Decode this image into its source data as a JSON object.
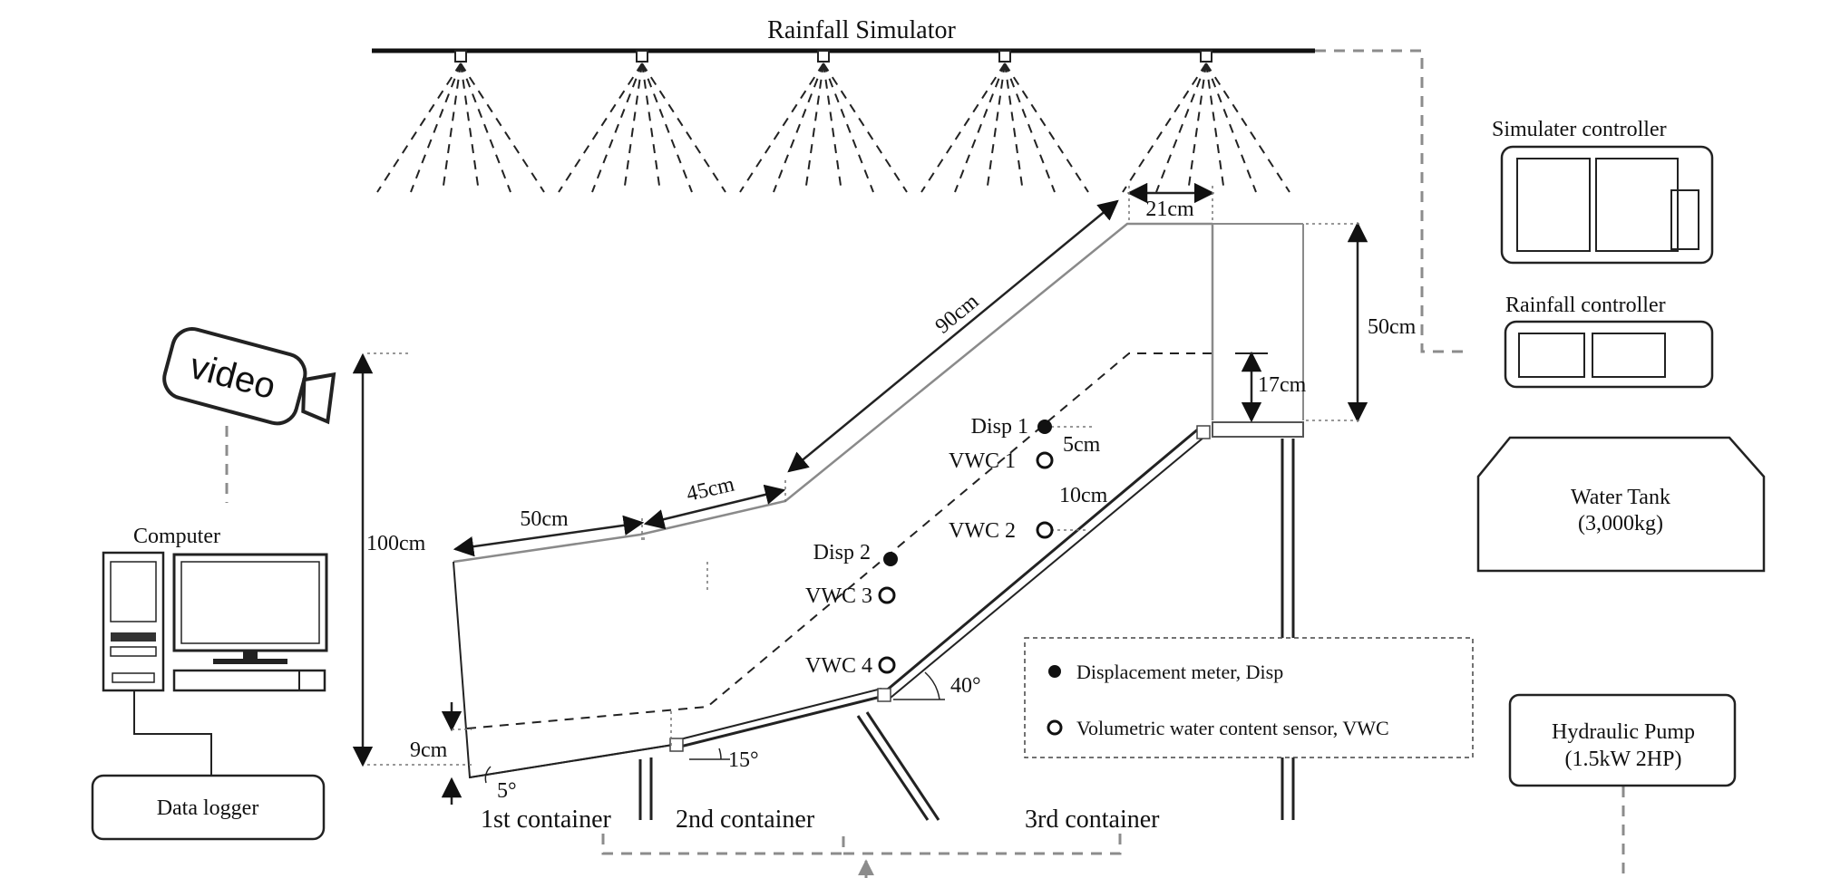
{
  "title": "Rainfall Simulator",
  "equipment": {
    "simulator_controller": "Simulater controller",
    "rainfall_controller": "Rainfall controller",
    "water_tank": "Water Tank",
    "water_tank_capacity": "(3,000kg)",
    "hydraulic_pump": "Hydraulic Pump",
    "hydraulic_pump_spec": "(1.5kW 2HP)",
    "computer": "Computer",
    "video": "video",
    "data_logger": "Data logger"
  },
  "containers": [
    "1st container",
    "2nd container",
    "3rd container"
  ],
  "dimensions": {
    "d21": "21cm",
    "d90": "90cm",
    "d50_right": "50cm",
    "d17": "17cm",
    "d5": "5cm",
    "d10": "10cm",
    "d45": "45cm",
    "d50_left": "50cm",
    "d100": "100cm",
    "d9": "9cm"
  },
  "angles": {
    "a5": "5°",
    "a15": "15°",
    "a40": "40°"
  },
  "sensors": {
    "disp1": "Disp 1",
    "disp2": "Disp 2",
    "vwc1": "VWC 1",
    "vwc2": "VWC 2",
    "vwc3": "VWC 3",
    "vwc4": "VWC 4"
  },
  "legend": {
    "filled": "Displacement meter, Disp",
    "open": "Volumetric water content sensor, VWC"
  }
}
